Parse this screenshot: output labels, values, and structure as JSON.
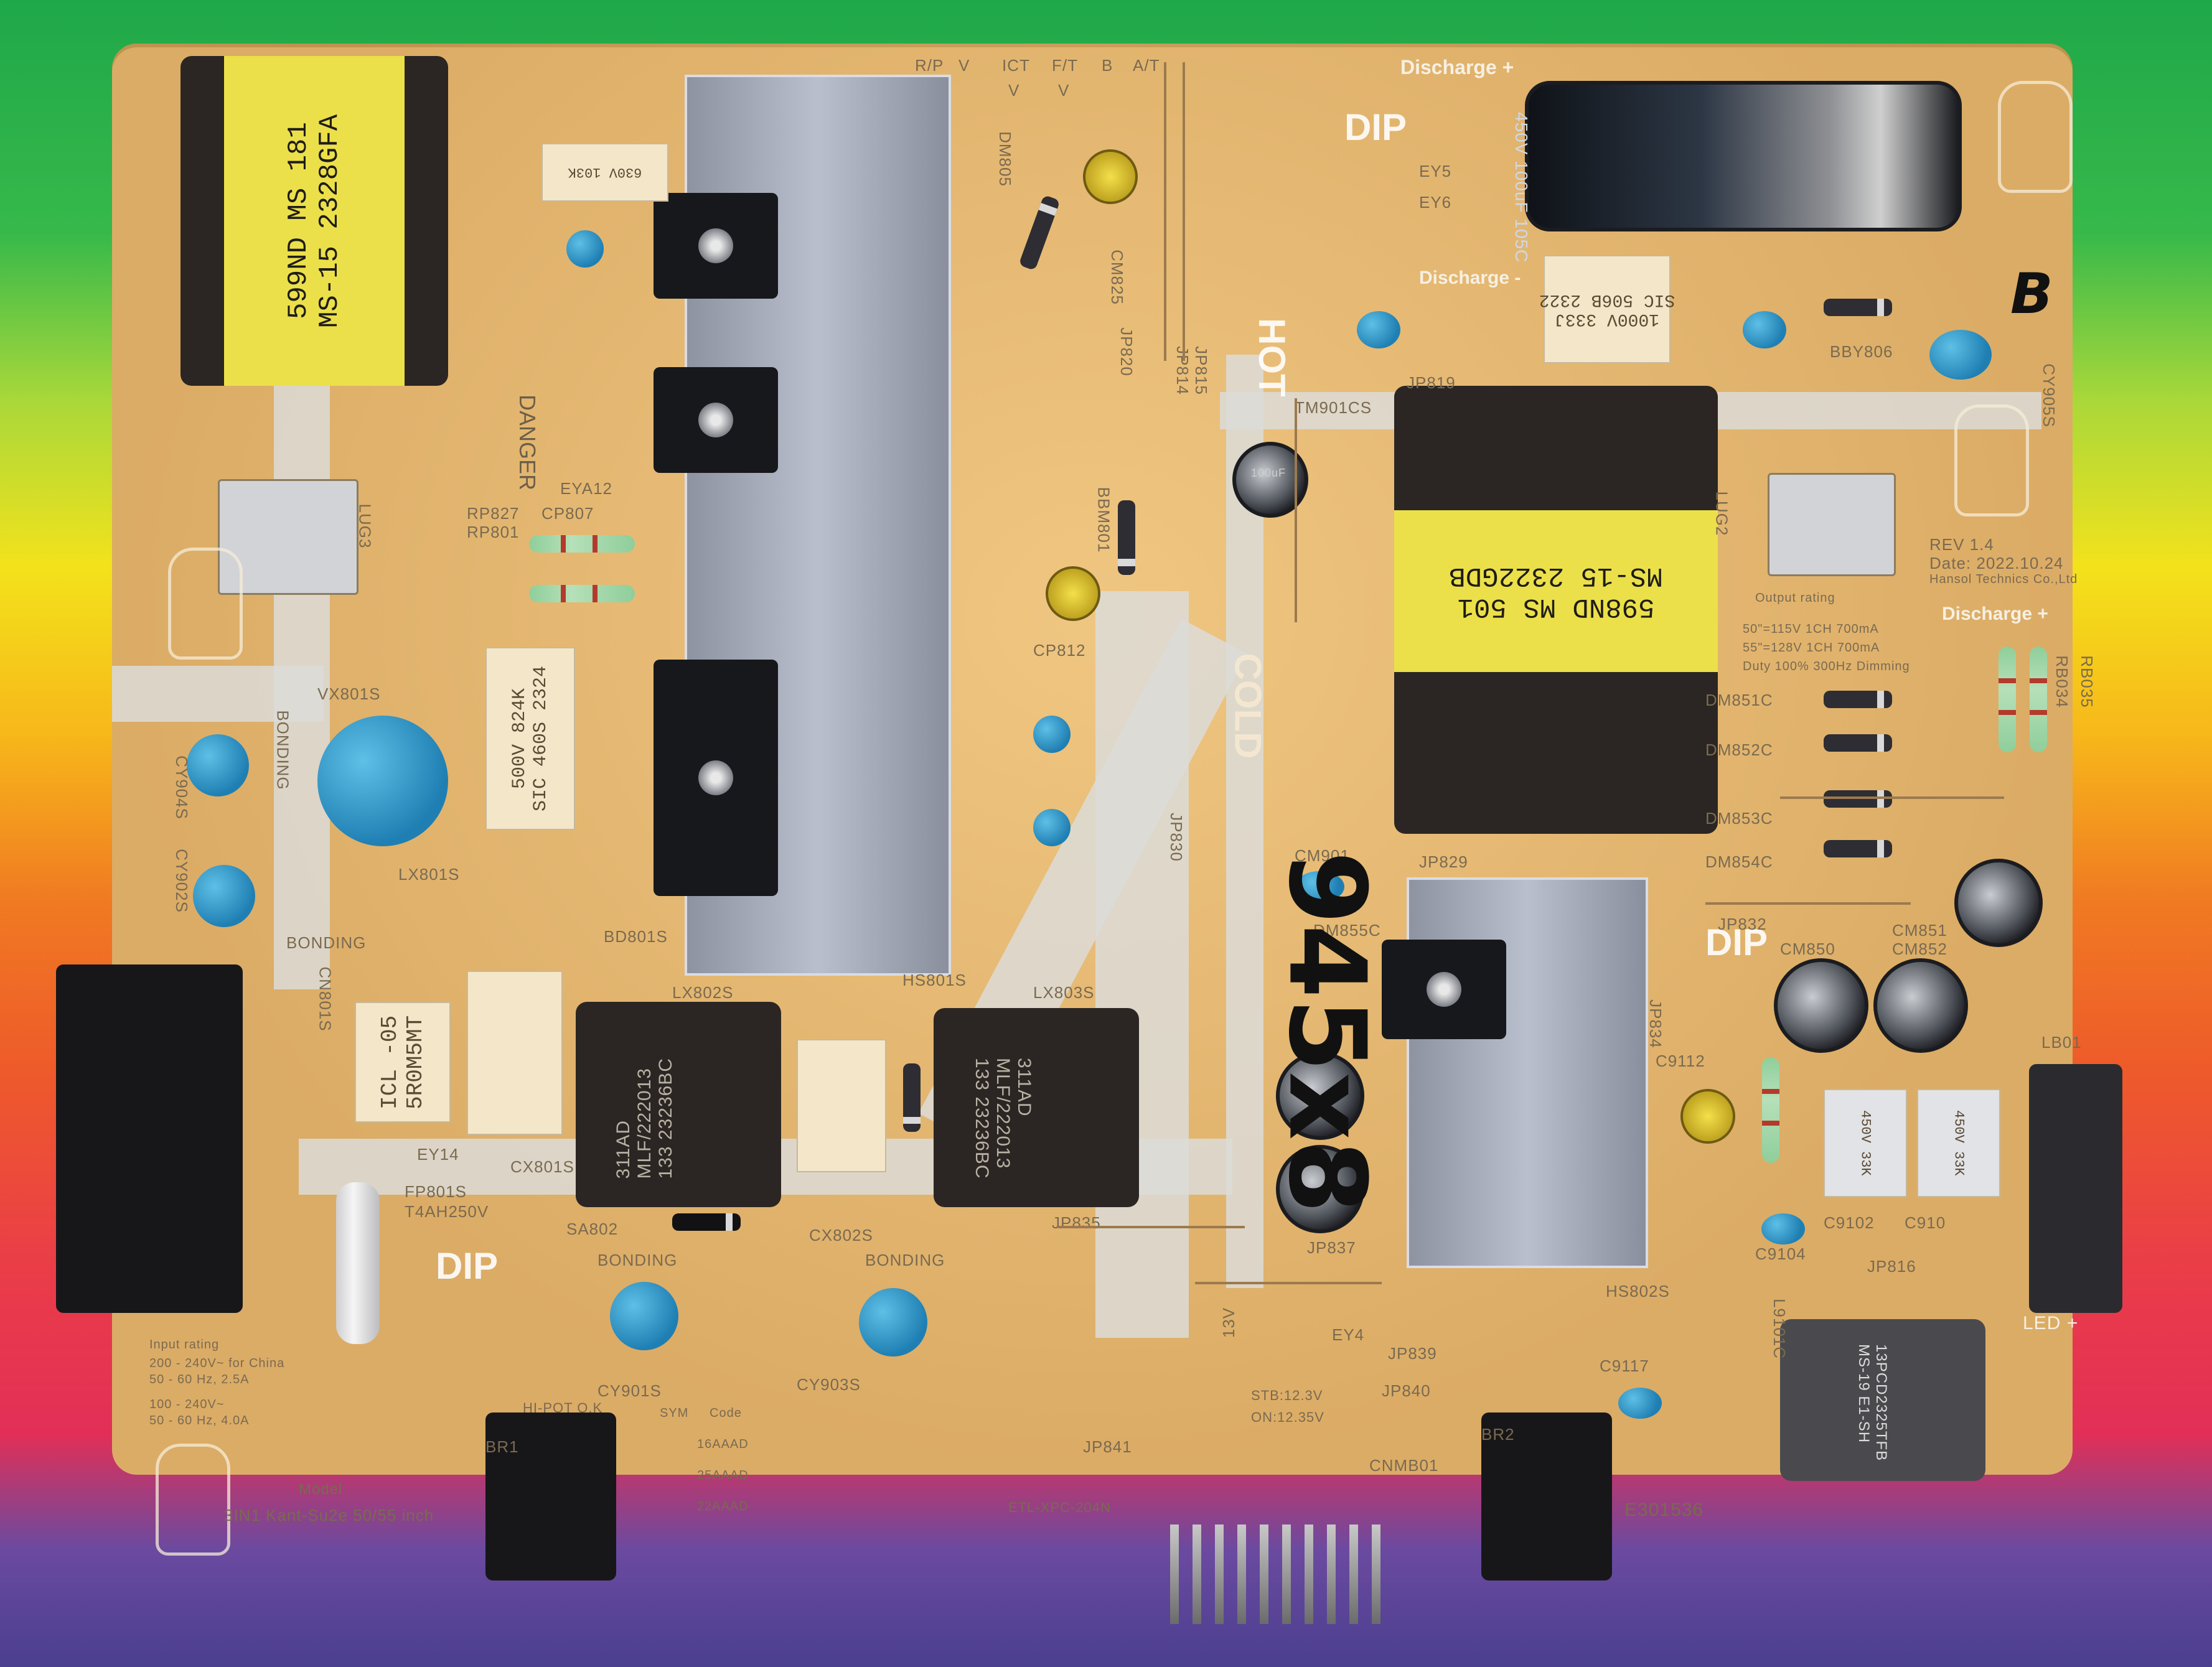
{
  "photo": {
    "subject": "TV power supply board",
    "handwritten_note": "945x8",
    "corner_mark": "B"
  },
  "silkscreen": {
    "discharge_plus": "Discharge +",
    "discharge_minus": "Discharge -",
    "dip": "DIP",
    "hot": "HOT",
    "cold": "COLD",
    "danger": "DANGER",
    "bonding": "BONDING",
    "led_label": "LED +",
    "rev": "REV 1.4",
    "date": "Date: 2022.10.24",
    "maker": "Hansol Technics Co.,Ltd",
    "model_label": "Model",
    "model": "3IN1 Kant-Su2e 50/55 inch",
    "ul_code": "E301536",
    "stb": "STB:12.3V",
    "on": "ON:12.35V",
    "hipot": "HI-POT O.K",
    "etl": "ETL-XPC-204N",
    "fuse_label": "FP801S",
    "fuse_rating": "T4AH250V",
    "output_rating": "Output rating",
    "rating_lines": [
      "50\"=115V  1CH  700mA",
      "55\"=128V  1CH  700mA",
      "Duty 100%  300Hz Dimming"
    ],
    "input_rating": [
      "Input rating",
      "200 - 240V~ for China",
      "50 - 60 Hz, 2.5A",
      "100 - 240V~",
      "50 - 60 Hz, 4.0A"
    ],
    "table_headers": [
      "SYM",
      "Code"
    ],
    "table_codes": [
      "16AAAD",
      "25AAAD",
      "22AAAD"
    ],
    "labels": [
      "LUG3",
      "LUG2",
      "RP827",
      "RP801",
      "CP807",
      "EYA12",
      "VX801S",
      "LX801S",
      "BD801S",
      "HS801S",
      "CN801S",
      "LX802S",
      "LX803S",
      "CX801S",
      "CX802S",
      "SA802",
      "EY14",
      "CY901S",
      "CY903S",
      "BR1",
      "BR2",
      "JP841",
      "CNMB01",
      "JP829",
      "JP830",
      "JP832",
      "JP834",
      "JP835",
      "JP837",
      "JP839",
      "JP840",
      "JP816",
      "JP819",
      "JP820",
      "JP815",
      "JP814",
      "CM901",
      "CM850",
      "CM851",
      "CM852",
      "DM851C",
      "DM852C",
      "DM853C",
      "DM854C",
      "DM855C",
      "TM901CS",
      "RB034",
      "RB035",
      "C9102",
      "C910",
      "C9104",
      "C9112",
      "C9117",
      "L9101C",
      "BBY806",
      "BBM801",
      "CP812",
      "CM825",
      "DM805",
      "HS802S",
      "EY4",
      "EY5",
      "EY6",
      "CY905S",
      "CY904S",
      "CY902S",
      "13V",
      "LB01"
    ],
    "top_cols": [
      "R/P",
      "V",
      "ICT",
      "F/T",
      "B",
      "A/T",
      "V",
      "V"
    ]
  },
  "components": {
    "transformer_main": "599ND MS 181\nMS-15 2328GFA",
    "transformer_right": "598ND MS 501\nMS-15 2322GDB",
    "block_cap_1": "500V 824K\nSIC 460S 2324",
    "block_cap_2": "1000V 333J\nSIC 506B 2322",
    "block_cap_3": "ICL -05\n5R0M5MT",
    "block_cap_4": "630V 103K",
    "choke_1": "311AD\nMLF/222013\n133 23236BC",
    "choke_2": "311AD\nMLF/222013\n133 23236BC",
    "cap_rating_a": "450V 33K",
    "cap_rating_b": "450V 33K",
    "inductor_small": "13PCD2325TFB\nMS-19 E1-SH",
    "elec_cap_top": "450V 100uF 105C",
    "elec_cap_small": "100uF"
  },
  "colors": {
    "board": "#e7b56b",
    "trace": "#dcdcd8",
    "tape": "#ebe04a",
    "heatsink": "#a9aebb"
  }
}
